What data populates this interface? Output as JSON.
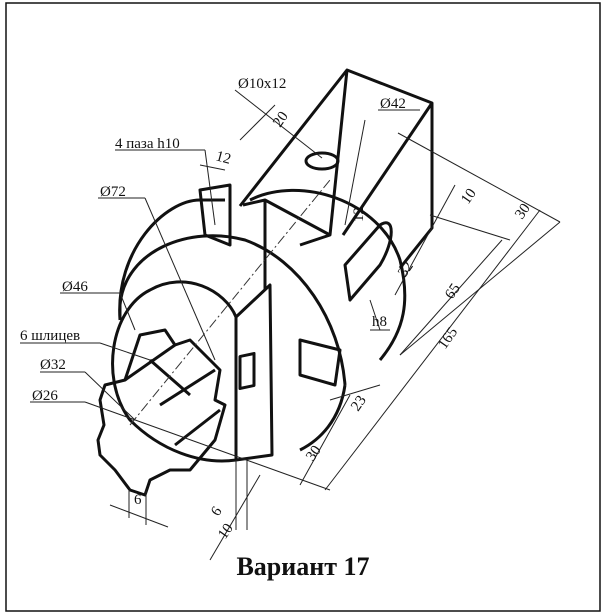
{
  "drawing": {
    "labels": {
      "hole": "Ø10x12",
      "d42": "Ø42",
      "slots": "4 паза h10",
      "d72": "Ø72",
      "d46": "Ø46",
      "splines": "6 шлицев",
      "d32": "Ø32",
      "d26": "Ø26",
      "h8": "h8"
    },
    "dimensions": {
      "dim20": "20",
      "dim12_top": "12",
      "dim10_right": "10",
      "dim30_right": "30",
      "dim12_slot": "12",
      "dim32": "32",
      "dim65": "65",
      "dim165": "165",
      "dim23": "23",
      "dim30_bottom": "30",
      "dim6_spline": "6",
      "dim6_bottom": "6",
      "dim10_bottom": "10"
    }
  },
  "caption": "Вариант 17"
}
